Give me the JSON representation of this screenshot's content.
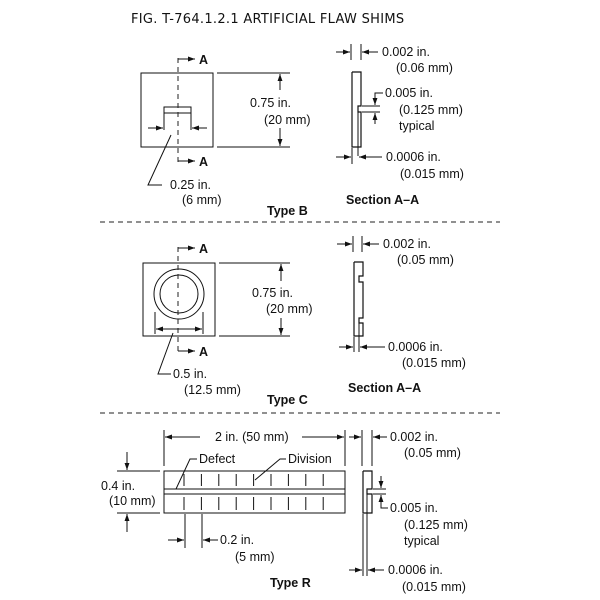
{
  "figure": {
    "title": "FIG. T-764.1.2.1   ARTIFICIAL FLAW SHIMS"
  },
  "type_b": {
    "label": "Type B",
    "section_marker": "A",
    "height_in": "0.75 in.",
    "height_mm": "(20 mm)",
    "width_in": "0.25 in.",
    "width_mm": "(6 mm)",
    "section": {
      "label": "Section A–A",
      "thickness_in": "0.002 in.",
      "thickness_mm": "(0.06 mm)",
      "notch_in": "0.005 in.",
      "notch_mm": "(0.125 mm)",
      "notch_note": "typical",
      "depth_in": "0.0006 in.",
      "depth_mm": "(0.015 mm)"
    }
  },
  "type_c": {
    "label": "Type C",
    "section_marker": "A",
    "height_in": "0.75 in.",
    "height_mm": "(20 mm)",
    "diameter_in": "0.5 in.",
    "diameter_mm": "(12.5 mm)",
    "section": {
      "label": "Section A–A",
      "thickness_in": "0.002 in.",
      "thickness_mm": "(0.05 mm)",
      "depth_in": "0.0006 in.",
      "depth_mm": "(0.015 mm)"
    }
  },
  "type_r": {
    "label": "Type R",
    "length": "2 in. (50 mm)",
    "height_in": "0.4 in.",
    "height_mm": "(10 mm)",
    "defect_label": "Defect",
    "division_label": "Division",
    "division_in": "0.2 in.",
    "division_mm": "(5 mm)",
    "division_count": 10,
    "section": {
      "thickness_in": "0.002 in.",
      "thickness_mm": "(0.05 mm)",
      "notch_in": "0.005 in.",
      "notch_mm": "(0.125 mm)",
      "notch_note": "typical",
      "depth_in": "0.0006 in.",
      "depth_mm": "(0.015 mm)"
    }
  }
}
